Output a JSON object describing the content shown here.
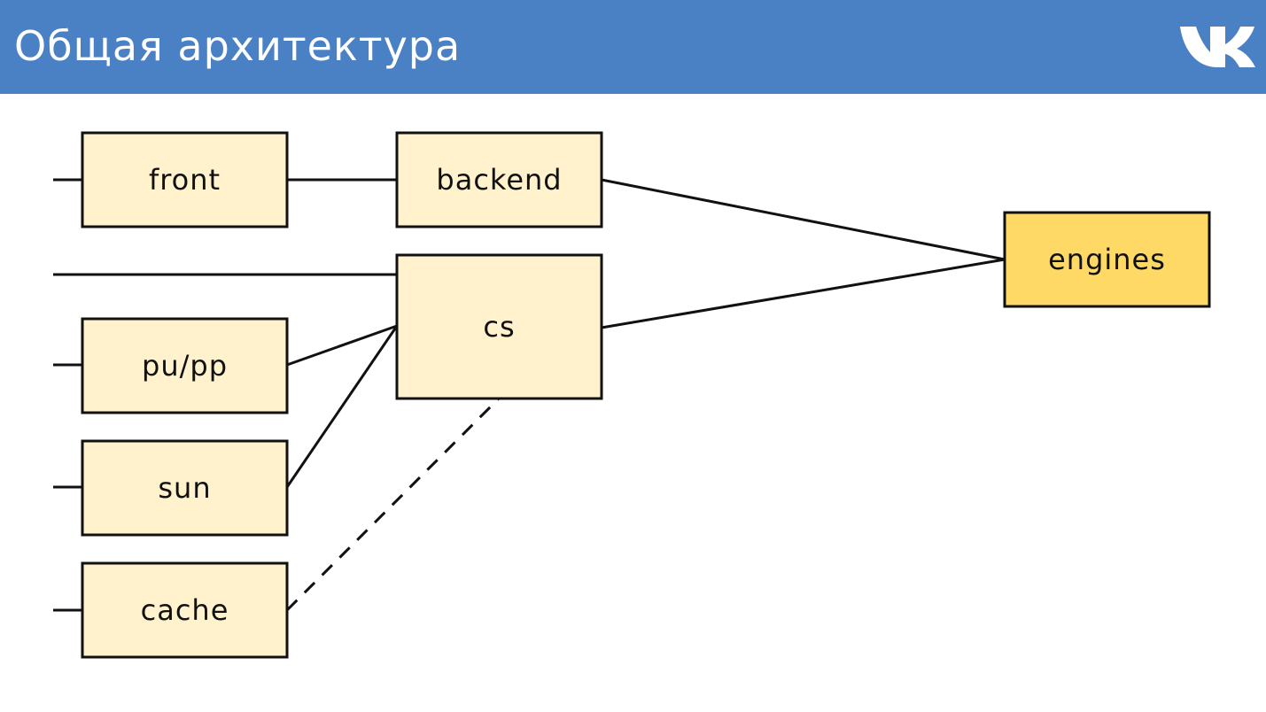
{
  "slide": {
    "title": "Общая архитектура"
  },
  "brand": {
    "logo_icon": "vk-logo-icon",
    "header_color": "#4a80c4",
    "logo_color": "#ffffff"
  },
  "diagram": {
    "node_fill": "#fff2cc",
    "highlight_fill": "#ffd966",
    "stroke_color": "#111111",
    "nodes": [
      {
        "id": "front",
        "label": "front",
        "highlight": false
      },
      {
        "id": "backend",
        "label": "backend",
        "highlight": false
      },
      {
        "id": "cs",
        "label": "cs",
        "highlight": false
      },
      {
        "id": "pupp",
        "label": "pu/pp",
        "highlight": false
      },
      {
        "id": "sun",
        "label": "sun",
        "highlight": false
      },
      {
        "id": "cache",
        "label": "cache",
        "highlight": false
      },
      {
        "id": "engines",
        "label": "engines",
        "highlight": true
      }
    ],
    "edges": [
      {
        "from": "front",
        "to": "backend",
        "style": "solid"
      },
      {
        "from": "backend",
        "to": "engines",
        "style": "solid"
      },
      {
        "from": "cs",
        "to": "engines",
        "style": "solid"
      },
      {
        "from": "pupp",
        "to": "cs",
        "style": "solid"
      },
      {
        "from": "sun",
        "to": "cs",
        "style": "solid"
      },
      {
        "from": "cache",
        "to": "cs",
        "style": "dashed"
      }
    ],
    "inbound_stubs": [
      "front",
      "cs",
      "pupp",
      "sun",
      "cache"
    ]
  }
}
